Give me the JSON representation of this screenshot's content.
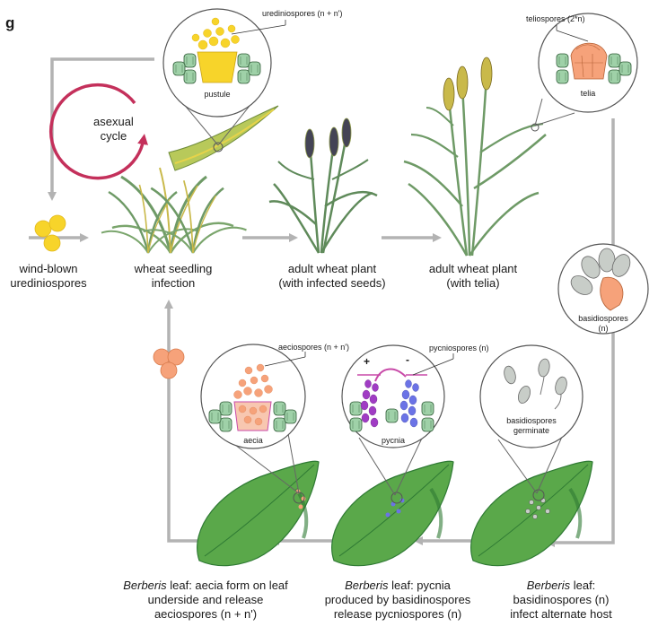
{
  "panel_letter": "g",
  "cycle": {
    "asexual_line1": "asexual",
    "asexual_line2": "cycle"
  },
  "stages": {
    "windblown_1": "wind-blown",
    "windblown_2": "urediniospores",
    "seedling_1": "wheat seedling",
    "seedling_2": "infection",
    "adult1_1": "adult wheat plant",
    "adult1_2": "(with infected seeds)",
    "adult2_1": "adult wheat plant",
    "adult2_2": "(with telia)",
    "berb_italic": "Berberis",
    "aecia_1_rest": " leaf: aecia form on leaf",
    "aecia_2": "underside and release",
    "aecia_3": "aeciospores  (n + n')",
    "pycnia_1_rest": " leaf: pycnia",
    "pycnia_2": "produced by basidinospores",
    "pycnia_3": "release pycniospores (n)",
    "basid_1_rest": " leaf:",
    "basid_2": "basidinospores (n)",
    "basid_3": "infect alternate host"
  },
  "callouts": {
    "urediniospores": "urediniospores (n + n')",
    "pustule": "pustule",
    "teliospores": "teliospores (2*n)",
    "telia": "telia",
    "basidiospores_1": "basidiospores",
    "basidiospores_2": "(n)",
    "aeciospores": "aeciospores (n + n')",
    "aecia": "aecia",
    "pycniospores": "pycniospores (n)",
    "plus": "+",
    "minus": "-",
    "pycnia": "pycnia",
    "germinate_1": "basidiospores",
    "germinate_2": "germinate"
  },
  "colors": {
    "arrow": "#b3b3b3",
    "asexual": "#c4305b",
    "leaf": "#5aa84a",
    "leaf_dark": "#2f7a34",
    "wheat": "#6e9a66",
    "yellow_spore": "#f7d42a",
    "orange_spore": "#f6a27a",
    "cell_green": "#9fd1a8",
    "purple": "#a03cc4",
    "blue": "#6b73e6"
  }
}
